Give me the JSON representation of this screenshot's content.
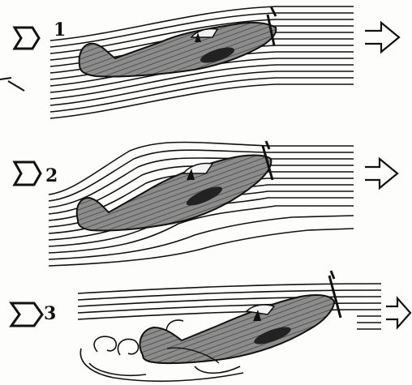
{
  "panels": [
    {
      "label": "1"
    },
    {
      "label": "2"
    },
    {
      "label": "3"
    }
  ],
  "colors": {
    "ink": "#111111",
    "fill": "#8a8a8a",
    "dark": "#262626",
    "background": "#fdfdfb"
  },
  "icons": {
    "inflow": "notched-arrow-tail-icon",
    "outflow": "hollow-arrow-right-icon"
  }
}
